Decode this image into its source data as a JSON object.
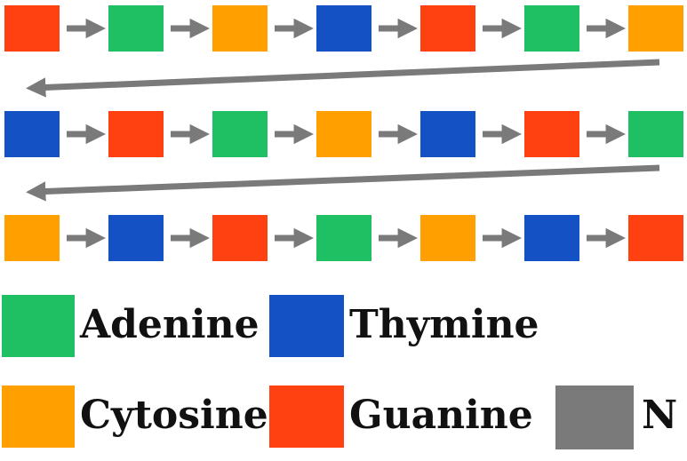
{
  "colors": {
    "Adenine": "#1fbf63",
    "Thymine": "#1451c4",
    "Cytosine": "#ffa000",
    "Guanine": "#ff4010",
    "N": "#7a7a7a"
  },
  "sequence_rows": [
    [
      "Guanine",
      "Adenine",
      "Cytosine",
      "Thymine",
      "Guanine",
      "Adenine",
      "Cytosine"
    ],
    [
      "Thymine",
      "Guanine",
      "Adenine",
      "Cytosine",
      "Thymine",
      "Guanine",
      "Adenine"
    ],
    [
      "Cytosine",
      "Thymine",
      "Guanine",
      "Adenine",
      "Cytosine",
      "Thymine",
      "Guanine"
    ]
  ],
  "arrow_color": "N",
  "legend": [
    {
      "key": "Adenine",
      "label": "Adenine"
    },
    {
      "key": "Thymine",
      "label": "Thymine"
    },
    {
      "key": "Cytosine",
      "label": "Cytosine"
    },
    {
      "key": "Guanine",
      "label": "Guanine"
    },
    {
      "key": "N",
      "label": "N"
    }
  ]
}
